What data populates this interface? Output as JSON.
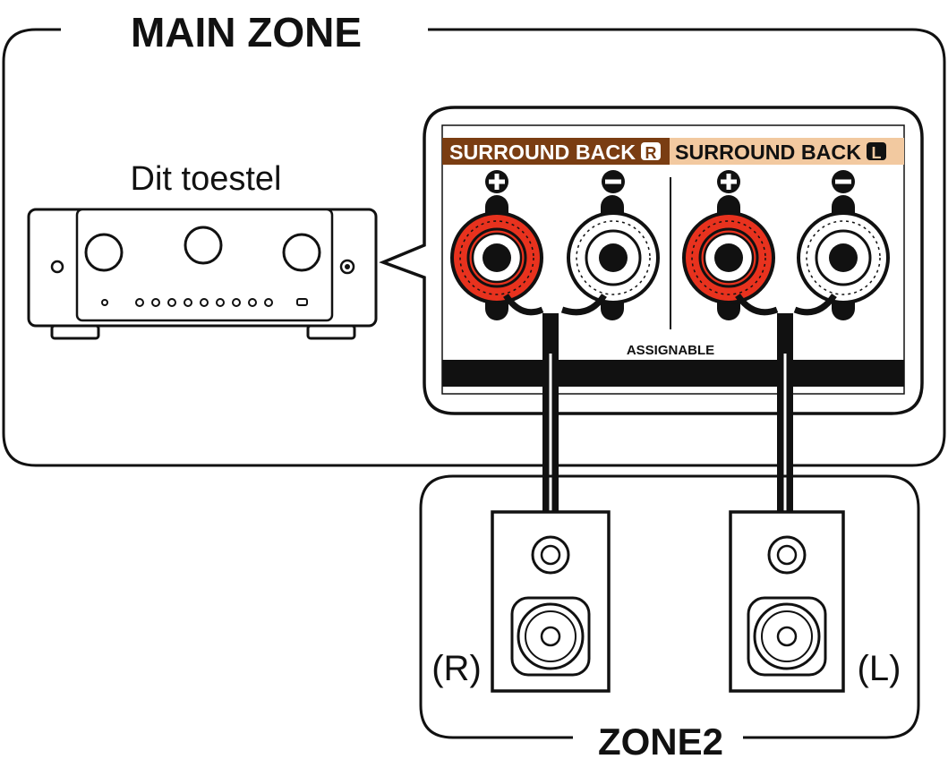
{
  "labels": {
    "main_zone": "MAIN ZONE",
    "zone2": "ZONE2",
    "device": "Dit toestel",
    "surround_back_r_text": "SURROUND BACK",
    "surround_back_r_badge": "R",
    "surround_back_l_text": "SURROUND BACK",
    "surround_back_l_badge": "L",
    "assignable": "ASSIGNABLE",
    "speaker_r": "(R)",
    "speaker_l": "(L)"
  },
  "colors": {
    "line": "#111111",
    "surround_back_r_band": "#7a3d12",
    "surround_back_l_band": "#f2c9a0",
    "positive_terminal": "#e8321e",
    "negative_terminal": "#ffffff",
    "background": "#ffffff"
  },
  "icons": {
    "terminal_plus": "plus-circle-icon",
    "terminal_minus": "minus-circle-icon"
  }
}
